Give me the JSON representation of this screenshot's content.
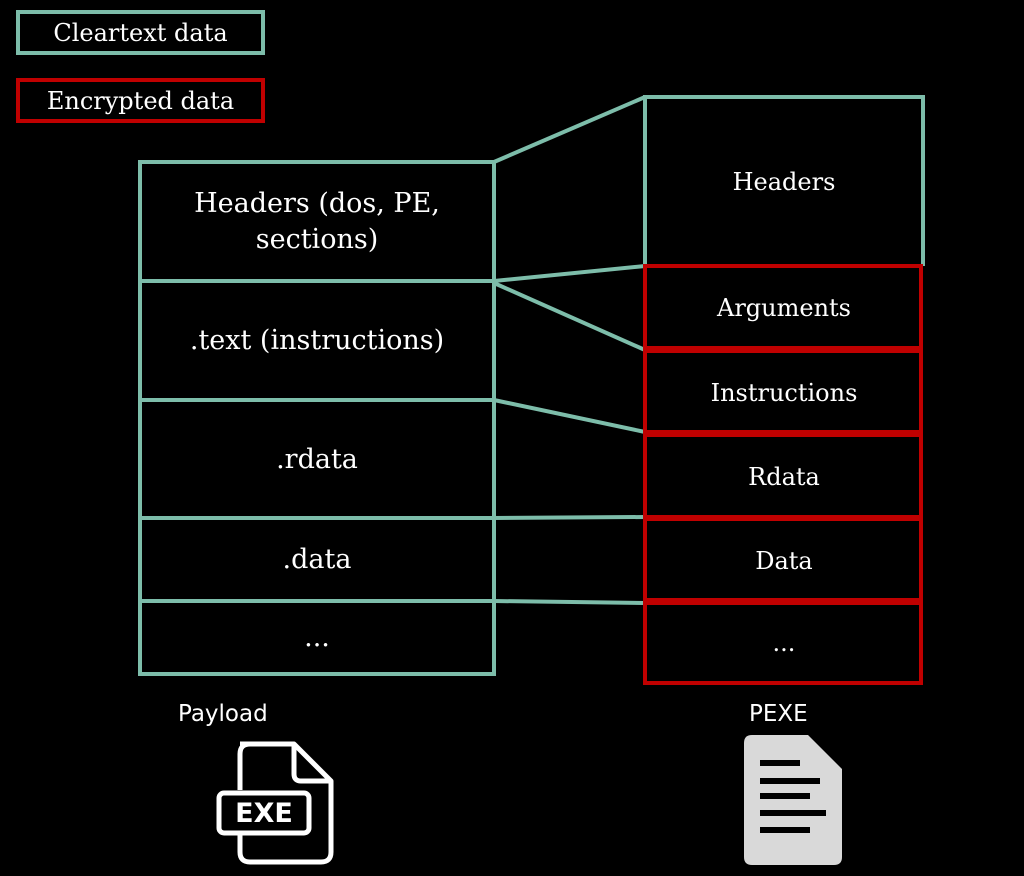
{
  "colors": {
    "cleartext": "#7dbdaa",
    "encrypted": "#c00000",
    "background": "#000000",
    "pexe_icon": "#d9d9d9"
  },
  "legend": {
    "cleartext_label": "Cleartext data",
    "encrypted_label": "Encrypted data"
  },
  "payload": {
    "caption": "Payload",
    "icon": "exe-file-icon",
    "icon_text": "EXE",
    "sections": [
      "Headers (dos, PE, sections)",
      ".text (instructions)",
      ".rdata",
      ".data",
      "..."
    ]
  },
  "pexe": {
    "caption": "PEXE",
    "icon": "document-icon",
    "sections": [
      "Headers",
      "Arguments",
      "Instructions",
      "Rdata",
      "Data",
      "..."
    ]
  }
}
